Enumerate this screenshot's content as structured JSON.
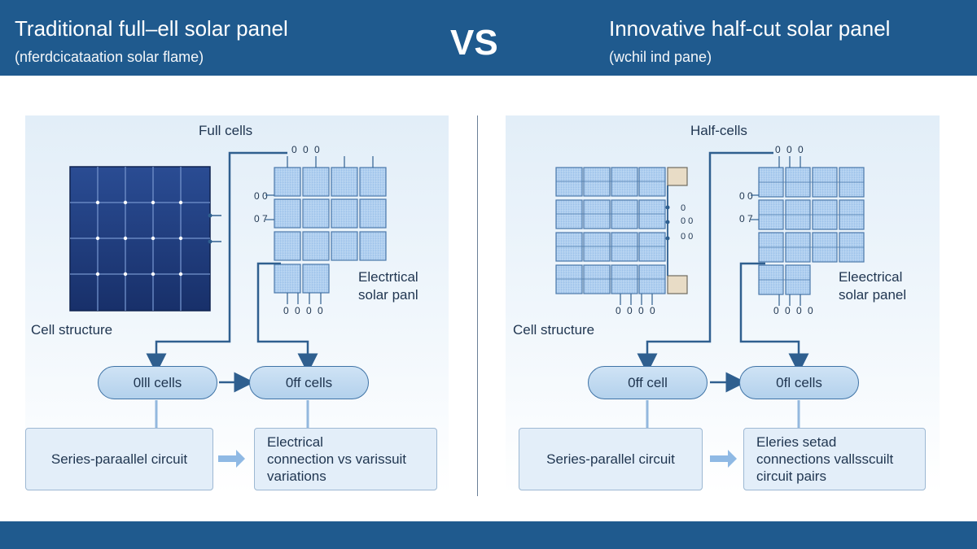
{
  "header": {
    "left_title": "Traditional full–ell solar panel",
    "left_subtitle": "(nferdcicataation solar flame)",
    "vs_label": "VS",
    "right_title": "Innovative half-cut solar panel",
    "right_subtitle": "(wchil ind pane)"
  },
  "left": {
    "section_title": "Full cells",
    "cell_structure_label": "Cell structure",
    "electrical_label_line1": "Electrtical",
    "electrical_label_line2": "solar panl",
    "pill_1": "0lll cells",
    "pill_2": "0ff cells",
    "box_1": "Series-paraallel circuit",
    "box_2_line1": "Electrical",
    "box_2_line2": "connection vs varissuit",
    "box_2_line3": "variations",
    "terminal_marks": [
      "0 0 0",
      "0 0",
      "0 7",
      "0 0 0 0"
    ]
  },
  "right": {
    "section_title": "Half-cells",
    "cell_structure_label": "Cell structure",
    "electrical_label_line1": "Eleectrical",
    "electrical_label_line2": "solar panel",
    "pill_1": "0ff cell",
    "pill_2": "0fl cells",
    "box_1": "Series-parallel circuit",
    "box_2_line1": "Eleries setad",
    "box_2_line2": "connections vallsscuilt",
    "box_2_line3": "circuit pairs",
    "terminal_marks": [
      "0 0 0",
      "0 0",
      "0 7",
      "0 0 0 0",
      "0",
      "0 0",
      "0 0"
    ]
  },
  "colors": {
    "header": "#1f5a8e",
    "dark_cell": "#1d3a78",
    "light_cell": "#a9cbef",
    "arrow": "#2f5f8f",
    "pill_fill": "#bcd7ef",
    "box_fill": "#e3eef9"
  }
}
